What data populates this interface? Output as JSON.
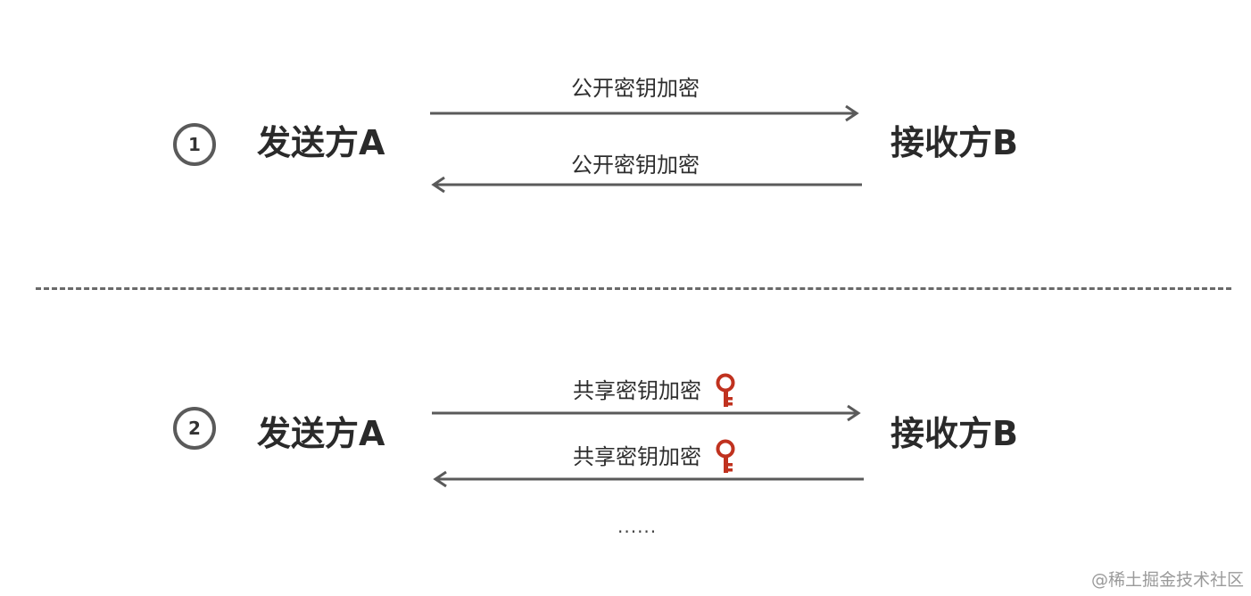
{
  "section1": {
    "step": "1",
    "sender": "发送方A",
    "receiver": "接收方B",
    "forward_label": "公开密钥加密",
    "backward_label": "公开密钥加密"
  },
  "section2": {
    "step": "2",
    "sender": "发送方A",
    "receiver": "接收方B",
    "forward_label": "共享密钥加密",
    "backward_label": "共享密钥加密",
    "continuation": "......"
  },
  "icons": {
    "key": "key-icon",
    "key_color": "#c0321f"
  },
  "colors": {
    "arrow": "#5a5a5a",
    "divider": "#6a6a6a"
  },
  "watermark": "@稀土掘金技术社区"
}
